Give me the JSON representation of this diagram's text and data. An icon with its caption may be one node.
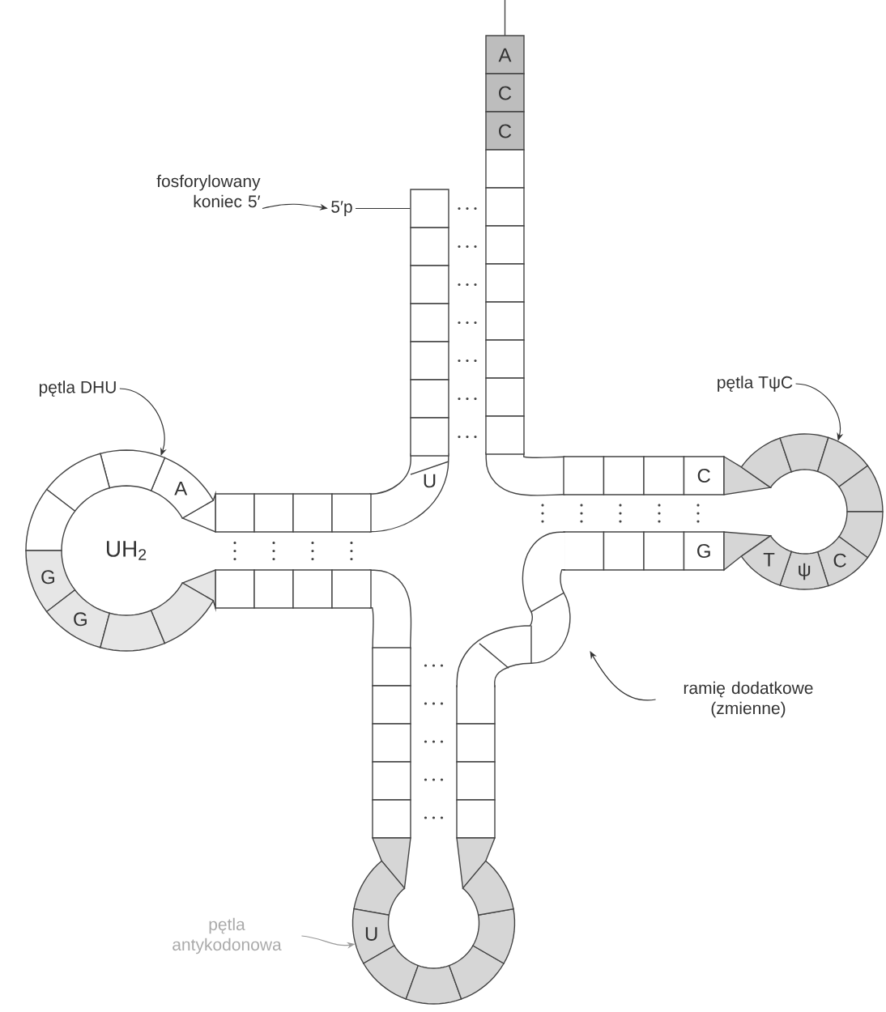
{
  "diagram": {
    "nodes": [
      {
        "text": [
          "fosforylowany koniec 5′"
        ]
      },
      {
        "text": [
          "5′p"
        ]
      },
      {
        "text": [],
        "shape": "box"
      },
      {
        "text": [
          "pętla DHU"
        ]
      },
      {
        "text": [
          "UH$_{2}$"
        ]
      },
      {
        "text": [
          "pętla TψC"
        ]
      },
      {
        "text": [],
        "shape": "circle"
      },
      {
        "text": [
          "ramię dodatkowe (zmienne)"
        ]
      },
      {
        "text": [],
        "shape": "bar"
      },
      {
        "text": [
          "pętla antykodonowa"
        ]
      },
      {
        "text": [],
        "shape": "circle"
      }
    ],
    "edges": [
      {
        "from": 0,
        "to": 1,
        "arrow": "to"
      },
      {
        "from": 1,
        "to": 2,
        "arrow": "none"
      },
      {
        "from": 3,
        "to": 4,
        "arrow": "to"
      },
      {
        "from": 5,
        "to": 6,
        "arrow": "to"
      },
      {
        "from": 7,
        "to": 8,
        "arrow": "to"
      },
      {
        "from": 9,
        "to": 10,
        "arrow": "to",
        "color": "#9a9a9a"
      }
    ],
    "labels": [
      "A",
      "C",
      "C",
      "A",
      "U",
      "C",
      "G",
      "T",
      "ψ",
      "C",
      "G",
      "G",
      "U"
    ]
  }
}
